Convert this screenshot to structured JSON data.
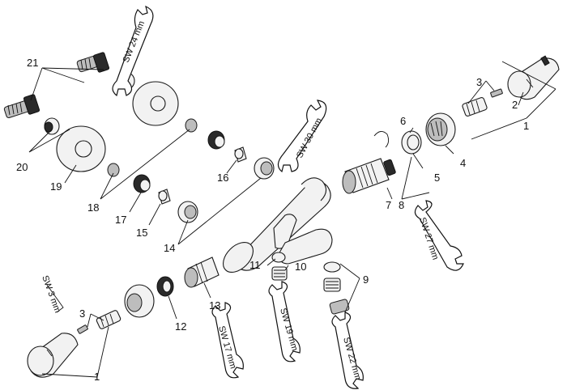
{
  "callouts": {
    "n1_top": "1",
    "n2": "2",
    "n3_top": "3",
    "n4": "4",
    "n5": "5",
    "n6": "6",
    "n7": "7",
    "n8": "8",
    "n9": "9",
    "n10": "10",
    "n11": "11",
    "n12": "12",
    "n13": "13",
    "n14": "14",
    "n15": "15",
    "n16": "16",
    "n17": "17",
    "n18": "18",
    "n19": "19",
    "n20": "20",
    "n21": "21",
    "n1_bottom": "1",
    "n3_bottom": "3"
  },
  "wrenches": {
    "sw24": "SW 24 mm",
    "sw30": "SW 30 mm",
    "sw27": "SW 27 mm",
    "sw3": "SW 3 mm",
    "sw17": "SW 17 mm",
    "sw19": "SW 19 mm",
    "sw22": "SW 22 mm"
  }
}
